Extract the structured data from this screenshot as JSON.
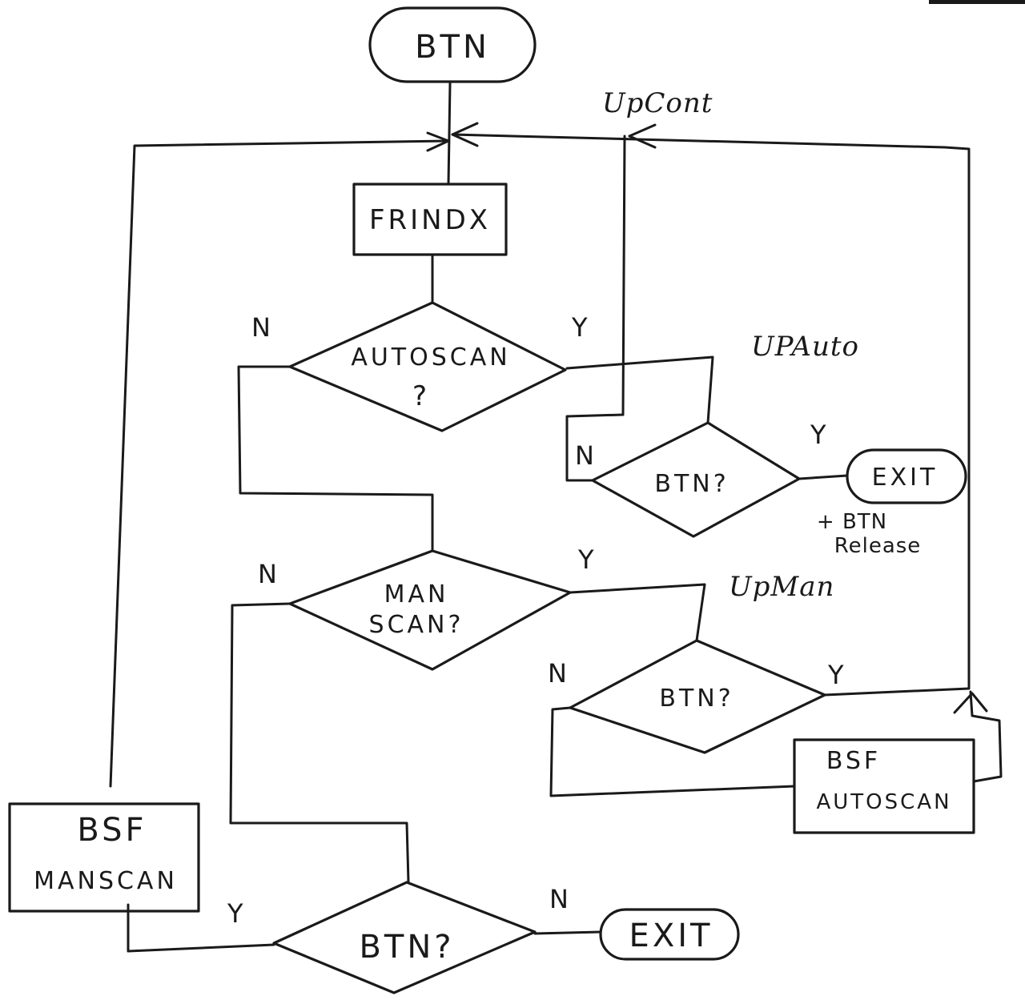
{
  "nodes": {
    "start": "BTN",
    "frindx": "FRINDX",
    "autoscan_line1": "AUTOSCAN",
    "autoscan_line2": "?",
    "btn_auto": "BTN?",
    "exit_auto": "EXIT",
    "exit_note_line1": "+ BTN",
    "exit_note_line2": "Release",
    "manscan_line1": "MAN",
    "manscan_line2": "SCAN?",
    "btn_man": "BTN?",
    "bsf_autoscan_line1": "BSF",
    "bsf_autoscan_line2": "AUTOSCAN",
    "bsf_manscan_line1": "BSF",
    "bsf_manscan_line2": "MANSCAN",
    "btn_bottom": "BTN?",
    "exit_bottom": "EXIT"
  },
  "labels": {
    "upcont": "UpCont",
    "upauto": "UPAuto",
    "upman": "UpMan",
    "autoscan_n": "N",
    "autoscan_y": "Y",
    "btn_auto_n": "N",
    "btn_auto_y": "Y",
    "manscan_n": "N",
    "manscan_y": "Y",
    "btn_man_n": "N",
    "btn_man_y": "Y",
    "btn_bottom_y": "Y",
    "btn_bottom_n": "N"
  }
}
